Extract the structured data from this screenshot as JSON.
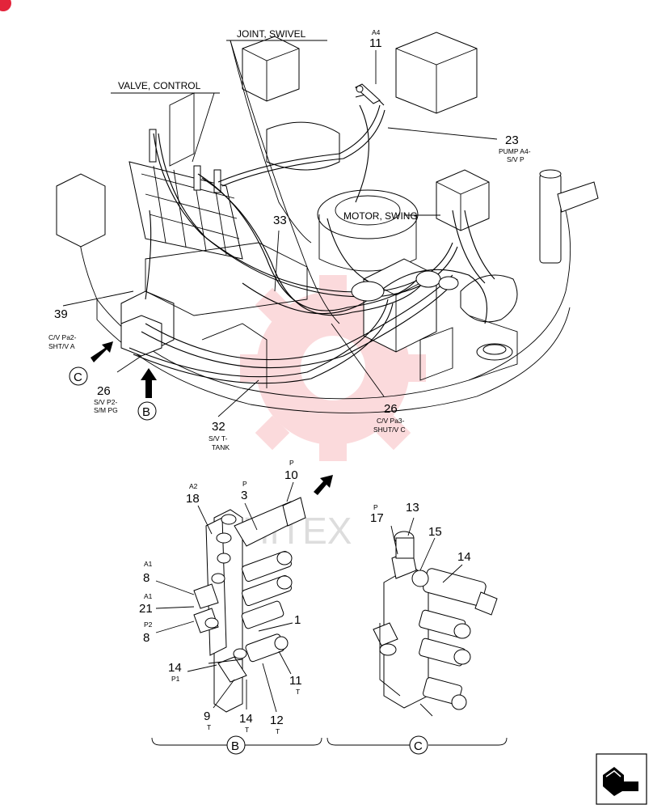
{
  "labels": {
    "joint_swivel": "JOINT, SWIVEL",
    "valve_control": "VALVE, CONTROL",
    "motor_swing": "MOTOR, SWING"
  },
  "callouts": {
    "c11_top": {
      "num": "11",
      "tag": "A4"
    },
    "c23": {
      "num": "23",
      "sub1": "PUMP A4-",
      "sub2": "S/V P"
    },
    "c33": {
      "num": "33"
    },
    "c39": {
      "num": "39",
      "sub1": "C/V Pa2-",
      "sub2": "SHT/V A"
    },
    "c26_left": {
      "num": "26",
      "sub1": "S/V P2-",
      "sub2": "S/M PG"
    },
    "c26_right": {
      "num": "26",
      "sub1": "C/V Pa3-",
      "sub2": "SHUT/V C"
    },
    "c32": {
      "num": "32",
      "sub1": "S/V T-",
      "sub2": "TANK"
    },
    "b18": {
      "num": "18",
      "tag": "A2"
    },
    "b3": {
      "num": "3",
      "tag": "P"
    },
    "b10": {
      "num": "10",
      "tag": "P"
    },
    "b8a": {
      "num": "8",
      "tag": "A1"
    },
    "b21": {
      "num": "21",
      "tag": "A1"
    },
    "b8b": {
      "num": "8",
      "tag": "P2"
    },
    "b1": {
      "num": "1"
    },
    "b14": {
      "num": "14",
      "tag": "P1"
    },
    "b11": {
      "num": "11",
      "tag": "T"
    },
    "b9": {
      "num": "9",
      "tag": "T"
    },
    "b14b": {
      "num": "14",
      "tag": "T"
    },
    "b12": {
      "num": "12",
      "tag": "T"
    },
    "c17": {
      "num": "17",
      "tag": "P"
    },
    "c13": {
      "num": "13"
    },
    "c15": {
      "num": "15"
    },
    "c14": {
      "num": "14"
    }
  },
  "view_markers": {
    "c_arrow": "C",
    "b_arrow": "B",
    "b_detail": "B",
    "c_detail": "C"
  },
  "watermark": "HITEX"
}
